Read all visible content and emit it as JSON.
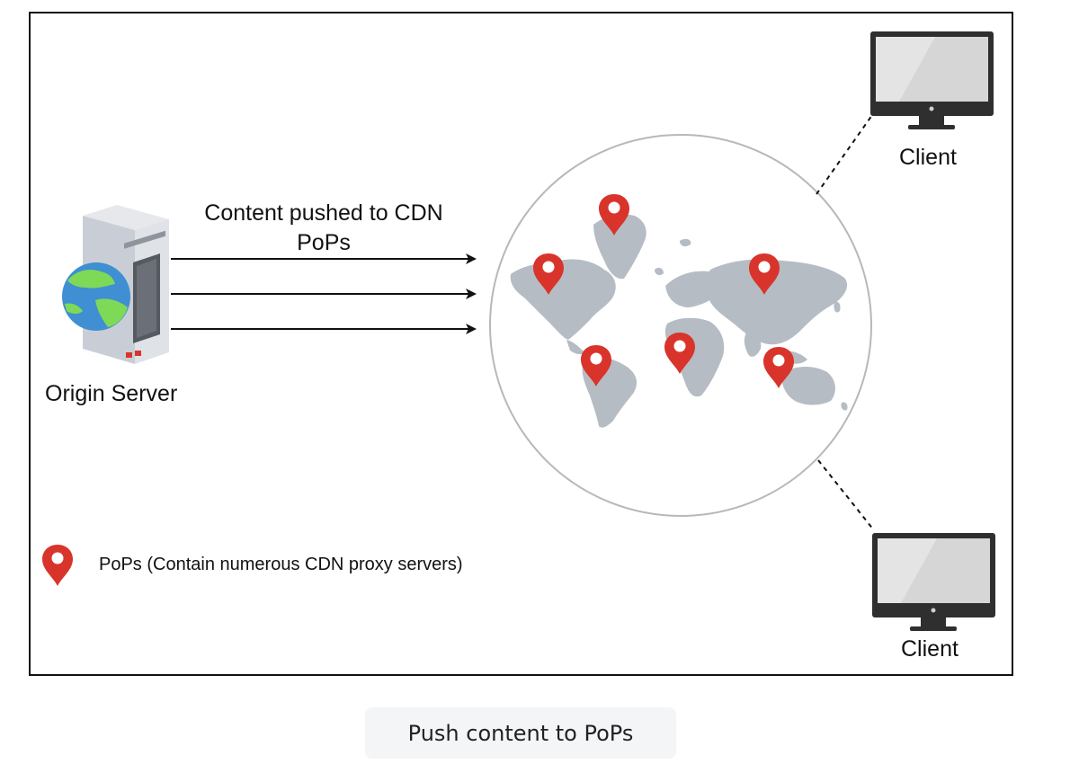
{
  "diagram": {
    "origin_label": "Origin Server",
    "arrow_label": "Content pushed to CDN PoPs",
    "client_top_label": "Client",
    "client_bottom_label": "Client",
    "legend_text": "PoPs (Contain numerous CDN proxy servers)",
    "pin_color": "#d9342b",
    "map_color": "#b6bcc4"
  },
  "caption": "Push content to PoPs"
}
